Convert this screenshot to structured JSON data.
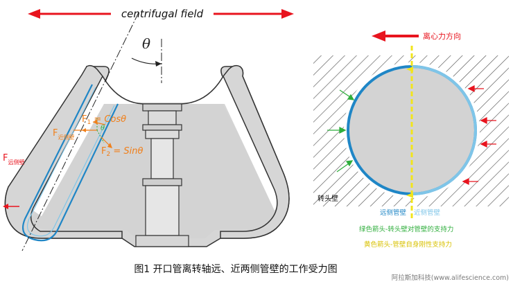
{
  "left_diagram": {
    "field_label": "centrifugal field",
    "theta": "θ",
    "f1_label": "F",
    "f1_sub": "1",
    "f1_eq": " = Cosθ",
    "f1_theta": "θ",
    "f2_label": "F",
    "f2_sub": "2",
    "f2_eq": " = Sinθ",
    "f_near_main": "F",
    "f_near_sub": "近侧壁",
    "f_far_main": "F",
    "f_far_sub": "远侧壁"
  },
  "right_diagram": {
    "direction_label": "离心力方向",
    "rotor_wall_label": "转头壁",
    "far_wall_label": "远侧管壁",
    "near_wall_label": "近侧管壁",
    "legend_green": "绿色箭头-转头壁对管壁的支持力",
    "legend_yellow": "黄色箭头-管壁自身刚性支持力"
  },
  "caption": "图1 开口管离转轴远、近两侧管壁的工作受力图",
  "watermark": "阿拉斯加科技(www.alifescience.com)",
  "colors": {
    "red": "#e8141e",
    "orange": "#f07f1a",
    "blue_dark": "#1f86c6",
    "blue_light": "#7fc5e8",
    "green": "#2fae3c",
    "yellow": "#f2e51b",
    "rotor_fill": "#d6d6d6",
    "hatch": "#555555"
  }
}
